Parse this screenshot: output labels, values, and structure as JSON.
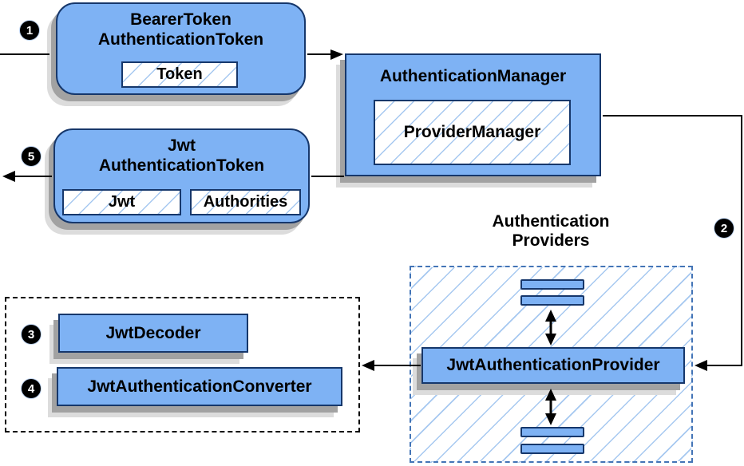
{
  "colors": {
    "box-fill": "#7eb2f4",
    "box-stroke": "#16376b",
    "hatch-line": "#a6c8f0",
    "container-dash": "#4374b6",
    "shadow-dark": "#a2a2a2",
    "shadow-light": "#dcdcdc",
    "arrow": "#000000",
    "badge-bg": "#000000",
    "badge-text": "#ffffff",
    "text": "#000000",
    "canvas": "#ffffff"
  },
  "nodes": {
    "bearer_token": {
      "title": "BearerToken\nAuthenticationToken",
      "field_token": "Token"
    },
    "authentication_manager": {
      "title": "AuthenticationManager",
      "inner": "ProviderManager"
    },
    "jwt_authentication_token": {
      "title": "Jwt\nAuthenticationToken",
      "field_jwt": "Jwt",
      "field_authorities": "Authorities"
    },
    "providers_group": {
      "label": "Authentication\nProviders"
    },
    "jwt_authentication_provider": {
      "title": "JwtAuthenticationProvider"
    },
    "jwt_decoder": {
      "title": "JwtDecoder"
    },
    "jwt_authentication_converter": {
      "title": "JwtAuthenticationConverter"
    }
  },
  "badges": [
    {
      "id": "step-1",
      "label": "1"
    },
    {
      "id": "step-2",
      "label": "2"
    },
    {
      "id": "step-3",
      "label": "3"
    },
    {
      "id": "step-4",
      "label": "4"
    },
    {
      "id": "step-5",
      "label": "5"
    }
  ]
}
